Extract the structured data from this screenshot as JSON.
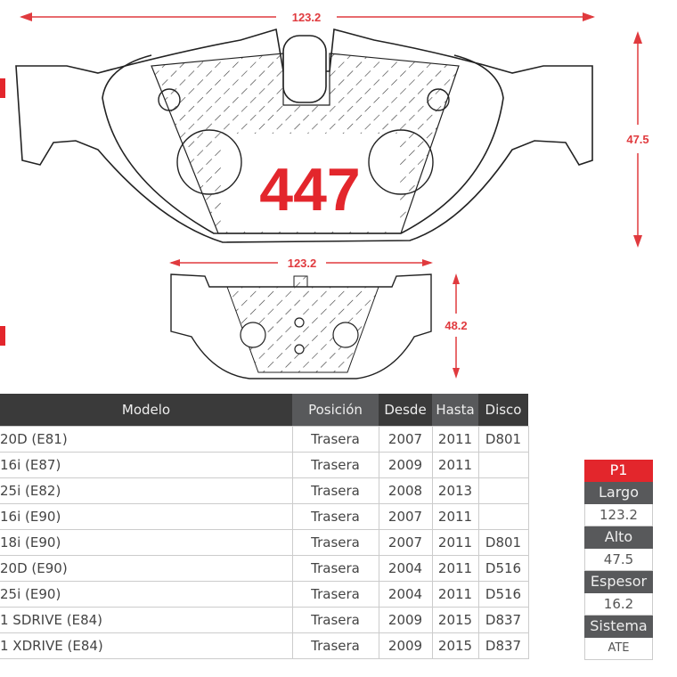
{
  "drawing": {
    "part_number": "447",
    "top_pad": {
      "width": "123.2",
      "height": "47.5"
    },
    "bottom_pad": {
      "width": "123.2",
      "height": "48.2"
    }
  },
  "table": {
    "headers": [
      "Modelo",
      "Posición",
      "Desde",
      "Hasta",
      "Disco"
    ],
    "rows": [
      {
        "modelo": "20D (E81)",
        "posicion": "Trasera",
        "desde": "2007",
        "hasta": "2011",
        "disco": "D801"
      },
      {
        "modelo": "16i (E87)",
        "posicion": "Trasera",
        "desde": "2009",
        "hasta": "2011",
        "disco": ""
      },
      {
        "modelo": "25i (E82)",
        "posicion": "Trasera",
        "desde": "2008",
        "hasta": "2013",
        "disco": ""
      },
      {
        "modelo": "16i (E90)",
        "posicion": "Trasera",
        "desde": "2007",
        "hasta": "2011",
        "disco": ""
      },
      {
        "modelo": "18i (E90)",
        "posicion": "Trasera",
        "desde": "2007",
        "hasta": "2011",
        "disco": "D801"
      },
      {
        "modelo": "20D (E90)",
        "posicion": "Trasera",
        "desde": "2004",
        "hasta": "2011",
        "disco": "D516"
      },
      {
        "modelo": "25i (E90)",
        "posicion": "Trasera",
        "desde": "2004",
        "hasta": "2011",
        "disco": "D516"
      },
      {
        "modelo": "1 SDRIVE (E84)",
        "posicion": "Trasera",
        "desde": "2009",
        "hasta": "2015",
        "disco": "D837"
      },
      {
        "modelo": "1 XDRIVE (E84)",
        "posicion": "Trasera",
        "desde": "2009",
        "hasta": "2015",
        "disco": "D837"
      }
    ]
  },
  "spec": {
    "code": "P1",
    "largo_label": "Largo",
    "largo": "123.2",
    "alto_label": "Alto",
    "alto": "47.5",
    "espesor_label": "Espesor",
    "espesor": "16.2",
    "sistema_label": "Sistema",
    "sistema": "ATE"
  },
  "colors": {
    "accent": "#e3262c",
    "header_dark": "#3a3a3a",
    "header_mid": "#58595b"
  }
}
